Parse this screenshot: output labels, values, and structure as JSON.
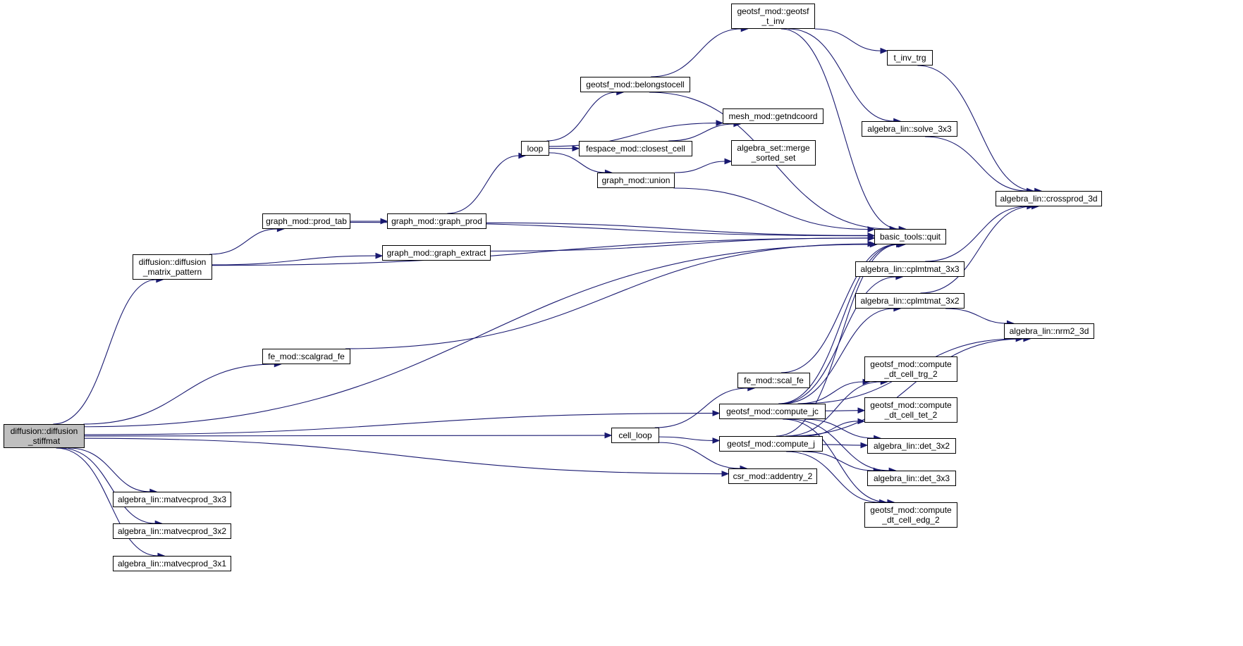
{
  "graph": {
    "edge_color": "#191970",
    "root_fill": "#bfbfbf",
    "nodes": [
      {
        "id": "diffusion_stiffmat",
        "label": "diffusion::diffusion\n_stiffmat",
        "root": true
      },
      {
        "id": "diffusion_matrix_pattern",
        "label": "diffusion::diffusion\n_matrix_pattern"
      },
      {
        "id": "graph_prod_tab",
        "label": "graph_mod::prod_tab"
      },
      {
        "id": "graph_graph_prod",
        "label": "graph_mod::graph_prod"
      },
      {
        "id": "graph_graph_extract",
        "label": "graph_mod::graph_extract"
      },
      {
        "id": "loop",
        "label": "loop"
      },
      {
        "id": "geotsf_belongstocell",
        "label": "geotsf_mod::belongstocell"
      },
      {
        "id": "geotsf_geotsf_t_inv",
        "label": "geotsf_mod::geotsf\n_t_inv"
      },
      {
        "id": "mesh_getndcoord",
        "label": "mesh_mod::getndcoord"
      },
      {
        "id": "fespace_closest_cell",
        "label": "fespace_mod::closest_cell"
      },
      {
        "id": "graph_union",
        "label": "graph_mod::union"
      },
      {
        "id": "algebra_set_merge_sorted_set",
        "label": "algebra_set::merge\n_sorted_set"
      },
      {
        "id": "t_inv_trg",
        "label": "t_inv_trg"
      },
      {
        "id": "solve_3x3",
        "label": "algebra_lin::solve_3x3"
      },
      {
        "id": "crossprod_3d",
        "label": "algebra_lin::crossprod_3d"
      },
      {
        "id": "basic_tools_quit",
        "label": "basic_tools::quit"
      },
      {
        "id": "cplmtmat_3x3",
        "label": "algebra_lin::cplmtmat_3x3"
      },
      {
        "id": "cplmtmat_3x2",
        "label": "algebra_lin::cplmtmat_3x2"
      },
      {
        "id": "nrm2_3d",
        "label": "algebra_lin::nrm2_3d"
      },
      {
        "id": "fe_scalgrad_fe",
        "label": "fe_mod::scalgrad_fe"
      },
      {
        "id": "fe_scal_fe",
        "label": "fe_mod::scal_fe"
      },
      {
        "id": "compute_jc",
        "label": "geotsf_mod::compute_jc"
      },
      {
        "id": "cell_loop",
        "label": "cell_loop"
      },
      {
        "id": "compute_j",
        "label": "geotsf_mod::compute_j"
      },
      {
        "id": "csr_addentry_2",
        "label": "csr_mod::addentry_2"
      },
      {
        "id": "dt_cell_trg_2",
        "label": "geotsf_mod::compute\n_dt_cell_trg_2"
      },
      {
        "id": "dt_cell_tet_2",
        "label": "geotsf_mod::compute\n_dt_cell_tet_2"
      },
      {
        "id": "det_3x2",
        "label": "algebra_lin::det_3x2"
      },
      {
        "id": "det_3x3",
        "label": "algebra_lin::det_3x3"
      },
      {
        "id": "dt_cell_edg_2",
        "label": "geotsf_mod::compute\n_dt_cell_edg_2"
      },
      {
        "id": "matvecprod_3x3",
        "label": "algebra_lin::matvecprod_3x3"
      },
      {
        "id": "matvecprod_3x2",
        "label": "algebra_lin::matvecprod_3x2"
      },
      {
        "id": "matvecprod_3x1",
        "label": "algebra_lin::matvecprod_3x1"
      }
    ],
    "edges": [
      [
        "diffusion_stiffmat",
        "diffusion_matrix_pattern"
      ],
      [
        "diffusion_stiffmat",
        "basic_tools_quit"
      ],
      [
        "diffusion_stiffmat",
        "fe_scalgrad_fe"
      ],
      [
        "diffusion_stiffmat",
        "compute_jc"
      ],
      [
        "diffusion_stiffmat",
        "cell_loop"
      ],
      [
        "diffusion_stiffmat",
        "csr_addentry_2"
      ],
      [
        "diffusion_stiffmat",
        "matvecprod_3x3"
      ],
      [
        "diffusion_stiffmat",
        "matvecprod_3x2"
      ],
      [
        "diffusion_stiffmat",
        "matvecprod_3x1"
      ],
      [
        "diffusion_matrix_pattern",
        "graph_prod_tab"
      ],
      [
        "diffusion_matrix_pattern",
        "graph_graph_extract"
      ],
      [
        "diffusion_matrix_pattern",
        "basic_tools_quit"
      ],
      [
        "graph_prod_tab",
        "graph_graph_prod"
      ],
      [
        "graph_prod_tab",
        "basic_tools_quit"
      ],
      [
        "graph_graph_prod",
        "loop"
      ],
      [
        "graph_graph_prod",
        "basic_tools_quit"
      ],
      [
        "graph_graph_extract",
        "basic_tools_quit"
      ],
      [
        "loop",
        "geotsf_belongstocell"
      ],
      [
        "loop",
        "mesh_getndcoord"
      ],
      [
        "loop",
        "fespace_closest_cell"
      ],
      [
        "loop",
        "graph_union"
      ],
      [
        "geotsf_belongstocell",
        "geotsf_geotsf_t_inv"
      ],
      [
        "geotsf_belongstocell",
        "basic_tools_quit"
      ],
      [
        "geotsf_geotsf_t_inv",
        "t_inv_trg"
      ],
      [
        "geotsf_geotsf_t_inv",
        "solve_3x3"
      ],
      [
        "geotsf_geotsf_t_inv",
        "basic_tools_quit"
      ],
      [
        "fespace_closest_cell",
        "mesh_getndcoord"
      ],
      [
        "graph_union",
        "algebra_set_merge_sorted_set"
      ],
      [
        "graph_union",
        "basic_tools_quit"
      ],
      [
        "t_inv_trg",
        "crossprod_3d"
      ],
      [
        "solve_3x3",
        "crossprod_3d"
      ],
      [
        "cplmtmat_3x3",
        "crossprod_3d"
      ],
      [
        "cplmtmat_3x2",
        "crossprod_3d"
      ],
      [
        "cplmtmat_3x2",
        "nrm2_3d"
      ],
      [
        "fe_scalgrad_fe",
        "basic_tools_quit"
      ],
      [
        "fe_scal_fe",
        "basic_tools_quit"
      ],
      [
        "compute_jc",
        "basic_tools_quit"
      ],
      [
        "compute_jc",
        "cplmtmat_3x3"
      ],
      [
        "compute_jc",
        "cplmtmat_3x2"
      ],
      [
        "compute_jc",
        "nrm2_3d"
      ],
      [
        "compute_jc",
        "dt_cell_trg_2"
      ],
      [
        "compute_jc",
        "dt_cell_tet_2"
      ],
      [
        "compute_jc",
        "det_3x2"
      ],
      [
        "compute_jc",
        "det_3x3"
      ],
      [
        "compute_jc",
        "dt_cell_edg_2"
      ],
      [
        "cell_loop",
        "fe_scal_fe"
      ],
      [
        "cell_loop",
        "compute_j"
      ],
      [
        "cell_loop",
        "csr_addentry_2"
      ],
      [
        "compute_j",
        "basic_tools_quit"
      ],
      [
        "compute_j",
        "dt_cell_trg_2"
      ],
      [
        "compute_j",
        "dt_cell_tet_2"
      ],
      [
        "compute_j",
        "det_3x2"
      ],
      [
        "compute_j",
        "det_3x3"
      ],
      [
        "compute_j",
        "dt_cell_edg_2"
      ],
      [
        "compute_j",
        "nrm2_3d"
      ]
    ]
  }
}
